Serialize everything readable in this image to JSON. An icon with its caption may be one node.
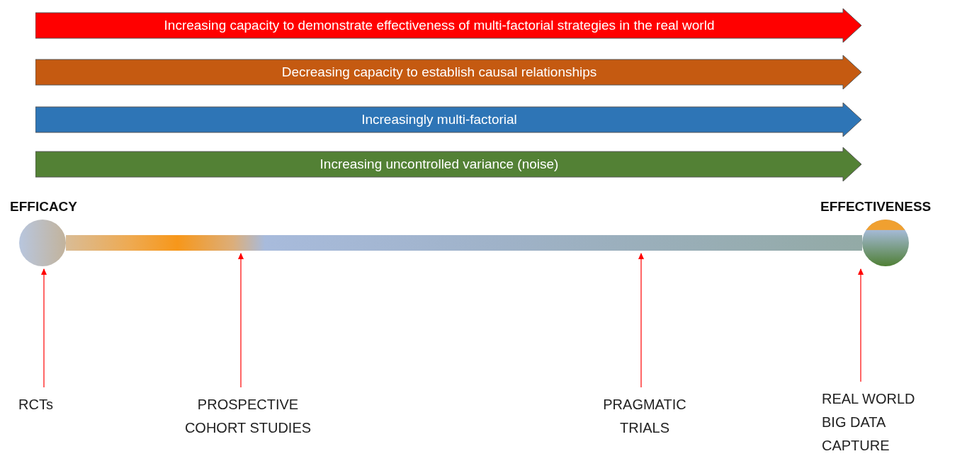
{
  "diagram": {
    "nodes": [
      {
        "text": [
          "Increasing capacity to demonstrate effectiveness of multi-factorial strategies in the real world"
        ]
      },
      {
        "text": [
          "Decreasing capacity to establish causal relationships"
        ]
      },
      {
        "text": [
          "Increasingly multi-factorial"
        ]
      },
      {
        "text": [
          "Increasing uncontrolled variance (noise)"
        ]
      },
      {
        "text": [
          "EFFICACY"
        ]
      },
      {
        "text": [],
        "shape": "bar"
      },
      {
        "text": [
          "EFFECTIVENESS"
        ]
      },
      {
        "text": [
          "RCTs"
        ]
      },
      {
        "text": [
          "PROSPECTIVE COHORT STUDIES"
        ]
      },
      {
        "text": [
          "PRAGMATIC TRIALS"
        ]
      },
      {
        "text": [
          "REAL WORLD BIG DATA CAPTURE"
        ]
      }
    ],
    "edges": [
      {
        "from": 7,
        "to": 4,
        "arrow": "to"
      },
      {
        "from": 8,
        "to": 5,
        "arrow": "to"
      },
      {
        "from": 9,
        "to": 5,
        "arrow": "to"
      },
      {
        "from": 10,
        "to": 6,
        "arrow": "to"
      }
    ]
  }
}
